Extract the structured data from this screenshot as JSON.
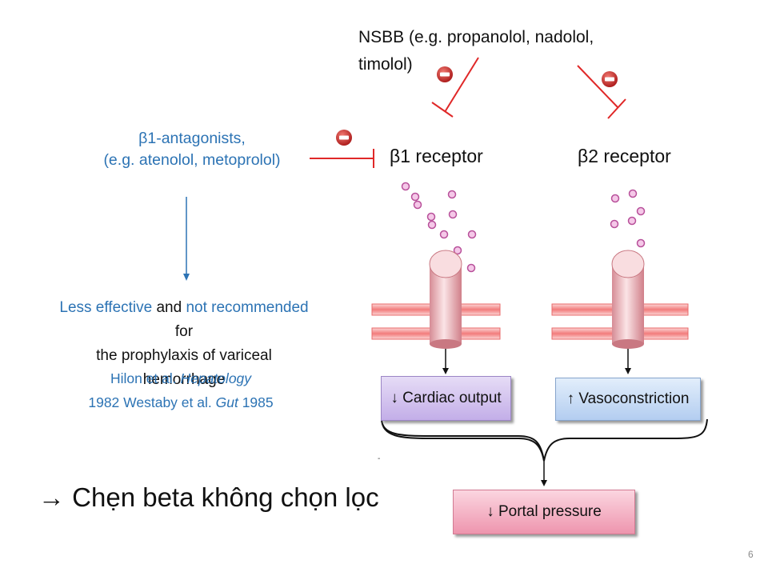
{
  "nsbb": {
    "line1": "NSBB (e.g. propanolol, nadolol,",
    "line2": "timolol)"
  },
  "beta1_antagonists": {
    "line1": "β1-antagonists,",
    "line2": "(e.g. atenolol, metoprolol)"
  },
  "receptors": {
    "beta1": "β1 receptor",
    "beta2": "β2 receptor"
  },
  "recommendation": {
    "less_effective": "Less effective",
    "and": " and ",
    "not_recommended": "not recommended",
    "for": "for",
    "line3": "the prophylaxis of variceal",
    "line4": "hemorrhage"
  },
  "citations": {
    "line1_author": "Hilon et al. ",
    "line1_journal": "Hepatology",
    "line2_year": "1982",
    "line2_author": "Westaby et al. ",
    "line2_journal": "Gut",
    "line2_tail": " 1985"
  },
  "effects": {
    "cardiac_output": "↓ Cardiac output",
    "vasoconstriction": "↑ Vasoconstriction",
    "portal_pressure": "↓  Portal pressure"
  },
  "conclusion": "→ Chẹn beta không chọn lọc",
  "page_number": "6",
  "colors": {
    "inhibit_red": "#e02828",
    "blue_text": "#2c73b4",
    "ligand_pink": "#d87cc0",
    "membrane_pink": "#f59a9a",
    "cardiac_box": "#d8c8f0",
    "vaso_box": "#c8dcf4",
    "portal_box": "#f5b8c8"
  },
  "icons": [
    "minus-badge-icon"
  ]
}
